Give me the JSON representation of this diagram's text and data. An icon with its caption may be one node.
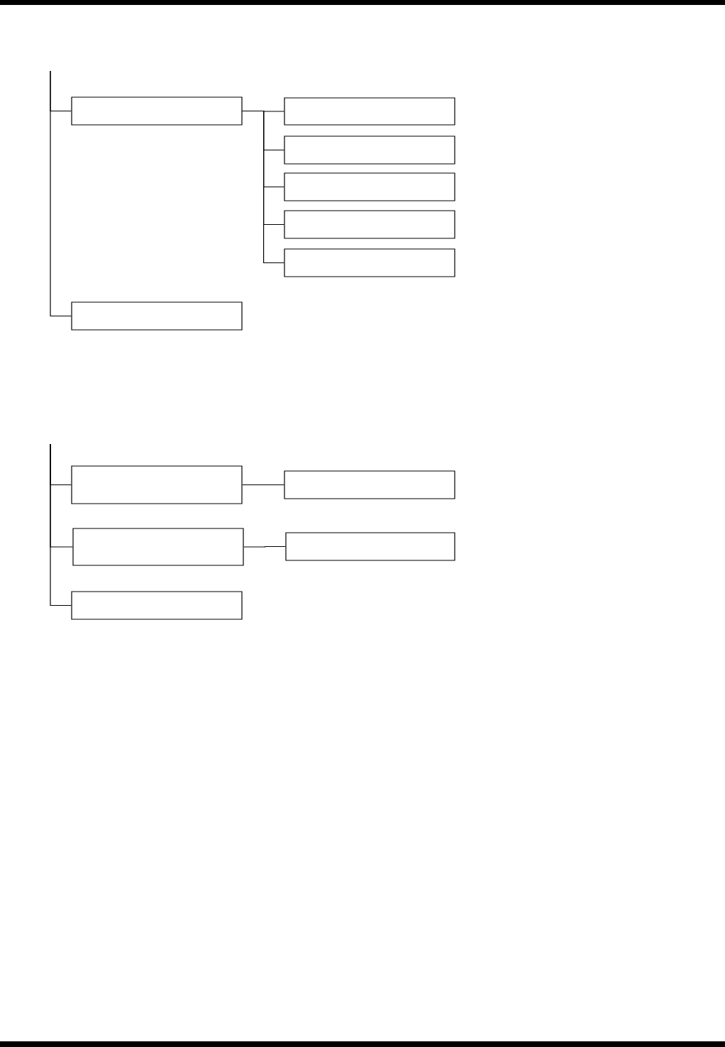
{
  "diagram": {
    "nodes": [
      {
        "text": [],
        "shape": "box"
      },
      {
        "text": [],
        "shape": "box"
      },
      {
        "text": [],
        "shape": "box"
      },
      {
        "text": [],
        "shape": "box"
      },
      {
        "text": [],
        "shape": "box"
      },
      {
        "text": [],
        "shape": "box"
      },
      {
        "text": [],
        "shape": "box"
      },
      {
        "text": [],
        "shape": "box"
      },
      {
        "text": [],
        "shape": "box"
      },
      {
        "text": [],
        "shape": "box"
      },
      {
        "text": [],
        "shape": "box"
      },
      {
        "text": [],
        "shape": "box"
      }
    ],
    "edges": [
      {
        "from": null,
        "to": 0,
        "arrow": "none"
      },
      {
        "from": 0,
        "to": 1,
        "arrow": "none"
      },
      {
        "from": 0,
        "to": 2,
        "arrow": "none"
      },
      {
        "from": 0,
        "to": 3,
        "arrow": "none"
      },
      {
        "from": 0,
        "to": 4,
        "arrow": "none"
      },
      {
        "from": 0,
        "to": 5,
        "arrow": "none"
      },
      {
        "from": null,
        "to": 6,
        "arrow": "none"
      },
      {
        "from": null,
        "to": 7,
        "arrow": "none"
      },
      {
        "from": 7,
        "to": 8,
        "arrow": "none"
      },
      {
        "from": null,
        "to": 9,
        "arrow": "none"
      },
      {
        "from": 9,
        "to": 10,
        "arrow": "none"
      },
      {
        "from": null,
        "to": 11,
        "arrow": "none"
      }
    ]
  }
}
